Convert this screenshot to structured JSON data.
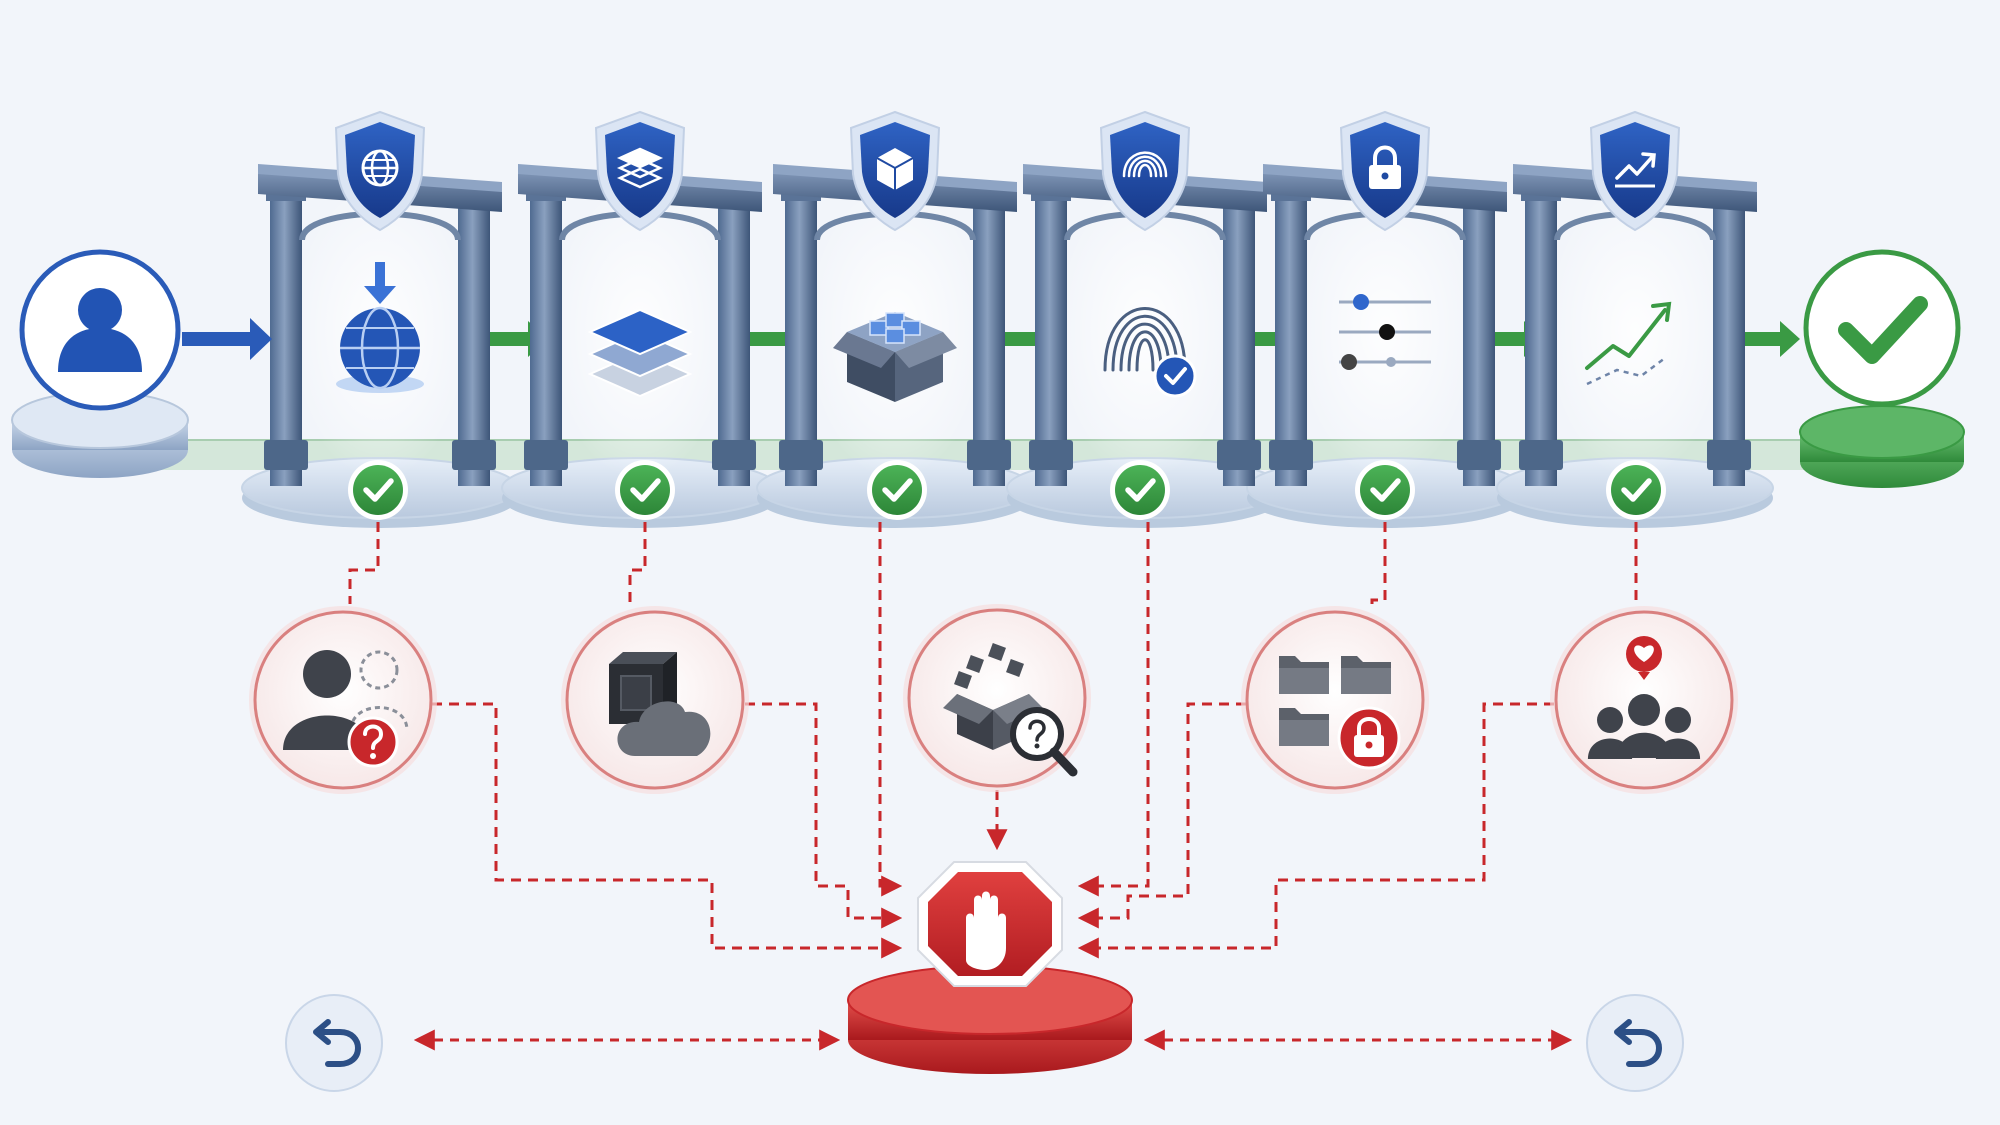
{
  "pipeline": {
    "start_node": {
      "icon": "user-icon"
    },
    "end_node": {
      "icon": "checkmark-icon"
    },
    "gates": [
      {
        "shield_icon": "globe-icon",
        "inner_icon": "globe-download-icon",
        "status_icon": "check-badge-icon",
        "status": "pass"
      },
      {
        "shield_icon": "layers-icon",
        "inner_icon": "layers-stack-icon",
        "status_icon": "check-badge-icon",
        "status": "pass"
      },
      {
        "shield_icon": "cube-icon",
        "inner_icon": "open-box-icon",
        "status_icon": "check-badge-icon",
        "status": "pass"
      },
      {
        "shield_icon": "fingerprint-icon",
        "inner_icon": "fingerprint-verified-icon",
        "status_icon": "check-badge-icon",
        "status": "pass"
      },
      {
        "shield_icon": "padlock-icon",
        "inner_icon": "settings-sliders-icon",
        "status_icon": "check-badge-icon",
        "status": "pass"
      },
      {
        "shield_icon": "trend-chart-icon",
        "inner_icon": "trend-line-icon",
        "status_icon": "check-badge-icon",
        "status": "pass"
      }
    ]
  },
  "failures": [
    {
      "icon": "unknown-user-icon"
    },
    {
      "icon": "dark-box-cloud-icon"
    },
    {
      "icon": "box-inspect-icon"
    },
    {
      "icon": "locked-folders-icon"
    },
    {
      "icon": "group-heart-icon"
    }
  ],
  "stop": {
    "icon": "stop-hand-icon"
  },
  "rollback": [
    {
      "icon": "undo-icon"
    },
    {
      "icon": "undo-icon"
    }
  ],
  "colors": {
    "blue": "#2a5bb8",
    "blue_dark": "#1c3f8f",
    "green": "#3a9a44",
    "red": "#c8272b",
    "gate_steel": "#6f86a6",
    "background": "#f2f5fa"
  }
}
